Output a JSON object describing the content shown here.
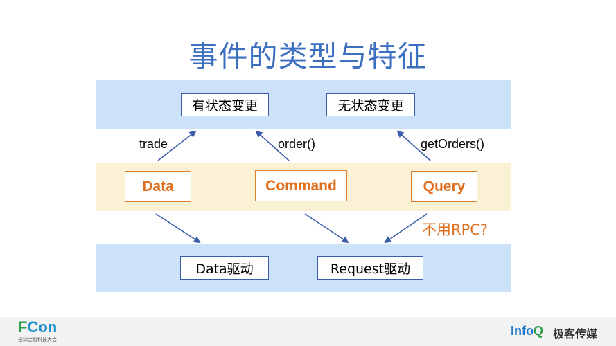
{
  "title": "事件的类型与特征",
  "top_row": {
    "stateful": "有状态变更",
    "stateless": "无状态变更"
  },
  "labels": {
    "trade": "trade",
    "order": "order()",
    "get_orders": "getOrders()"
  },
  "middle_row": {
    "data": "Data",
    "command": "Command",
    "query": "Query"
  },
  "note": "不用RPC?",
  "bottom_row": {
    "data_driven": "Data驱动",
    "request_driven": "Request驱动"
  },
  "footer": {
    "fcon_f": "F",
    "fcon_con": "Con",
    "fcon_sub": "全球金融科技大会",
    "infoq_info": "Info",
    "infoq_q": "Q",
    "infoq_cn": "极客传媒"
  },
  "colors": {
    "title": "#3d6fc1",
    "band_blue": "#cce2f8",
    "band_yellow": "#fbf2d6",
    "accent_orange": "#e07020",
    "arrow": "#3b5bab"
  }
}
